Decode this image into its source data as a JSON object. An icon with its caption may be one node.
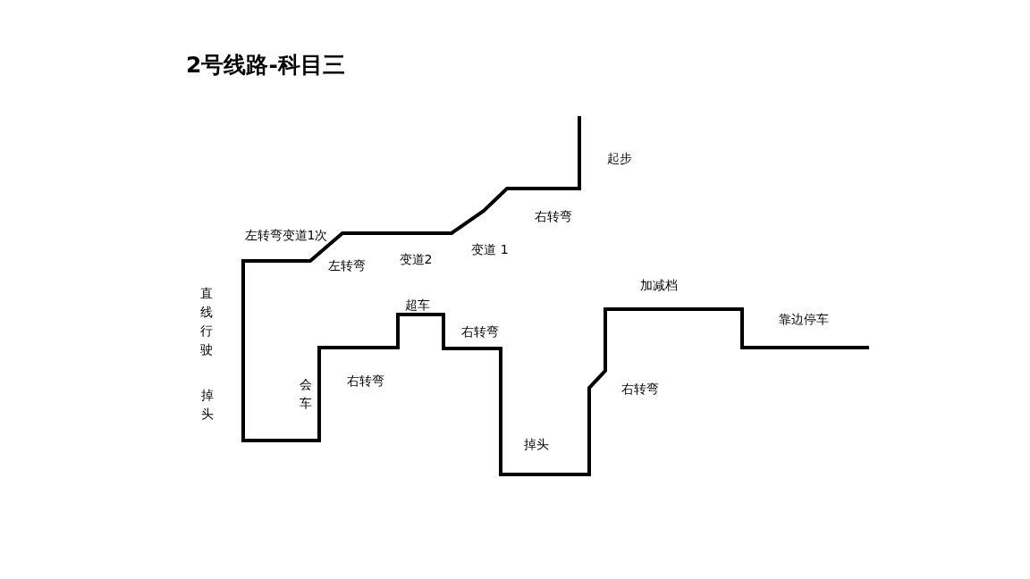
{
  "diagram": {
    "title": "2号线路-科目三",
    "labels": [
      "起步",
      "右转弯",
      "左转弯变道1次",
      "变道 1",
      "变道2",
      "左转弯",
      "加减档",
      "直线行驶",
      "超车",
      "靠边停车",
      "右转弯",
      "右转弯",
      "会车",
      "右转弯",
      "掉头",
      "掉头"
    ]
  }
}
